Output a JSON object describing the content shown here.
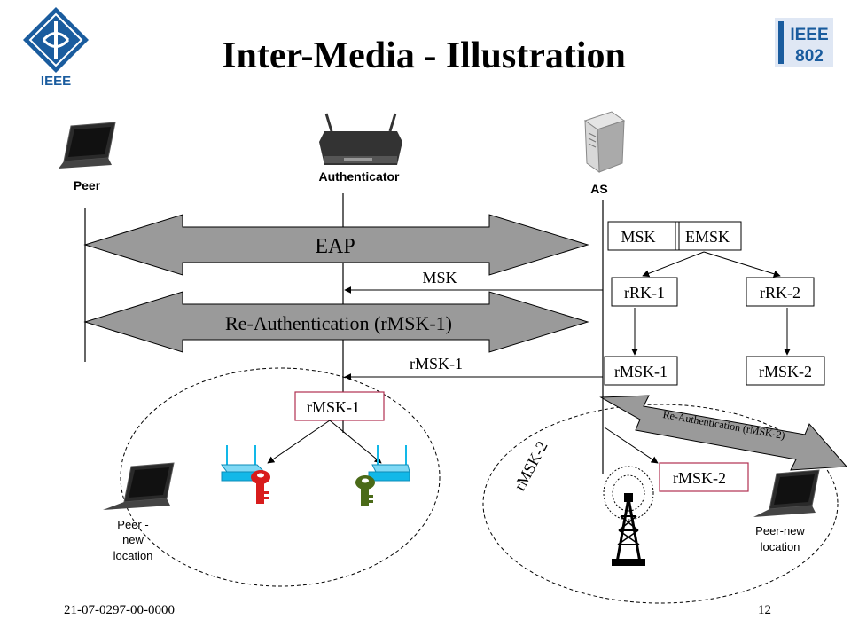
{
  "slide": {
    "title": "Inter-Media - Illustration",
    "footer_left": "21-07-0297-00-0000",
    "page_number": "12"
  },
  "logos": {
    "ieee_left": "IEEE",
    "ieee802_top": "IEEE",
    "ieee802_bottom": "802"
  },
  "entities": {
    "peer": "Peer",
    "authenticator": "Authenticator",
    "as": "AS"
  },
  "arrows": {
    "eap": "EAP",
    "reauth1": "Re-Authentication (rMSK-1)",
    "reauth2": "Re-Authentication (rMSK-2)"
  },
  "messages": {
    "msk": "MSK",
    "rmsk1": "rMSK-1"
  },
  "key_hierarchy": {
    "msk": "MSK",
    "emsk": "EMSK",
    "rrk1": "rRK-1",
    "rrk2": "rRK-2",
    "rmsk1": "rMSK-1",
    "rmsk2": "rMSK-2"
  },
  "regions": {
    "auth_box": "rMSK-1",
    "rmsk2_label": "rMSK-2",
    "tower_box": "rMSK-2",
    "peer_old_line1": "Peer -",
    "peer_old_line2": "new",
    "peer_old_line3": "location",
    "peer_new_line1": "Peer-new",
    "peer_new_line2": "location"
  },
  "colors": {
    "arrow_fill": "#9a9a9a",
    "box_border": "#b03050",
    "key_red": "#d81c1c",
    "key_green": "#4a6a18",
    "ap_blue": "#12b8e8",
    "logo_blue": "#1a5c9e"
  },
  "icons": [
    "ieee-logo",
    "ieee802-logo",
    "laptop-icon",
    "router-icon",
    "server-icon",
    "access-point-icon",
    "key-icon",
    "cell-tower-icon"
  ]
}
